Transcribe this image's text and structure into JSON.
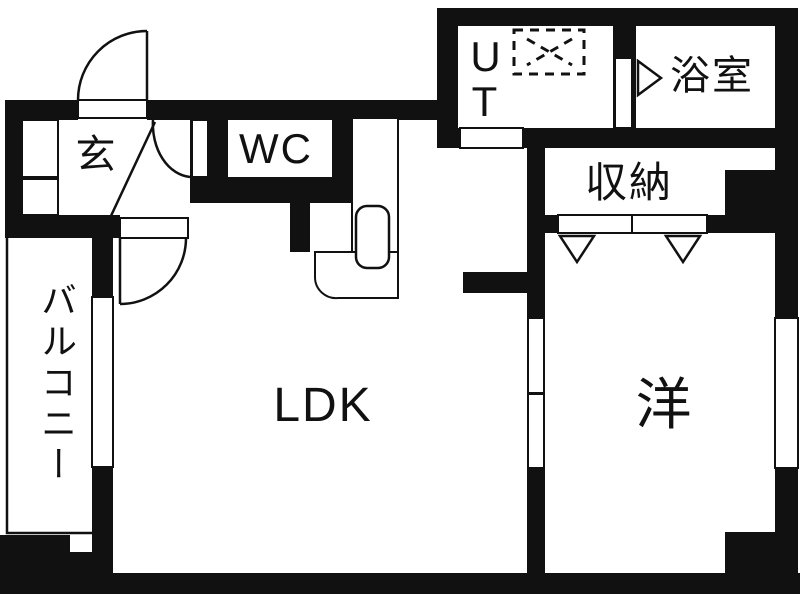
{
  "floorplan": {
    "type": "japanese-apartment-floorplan",
    "rooms": {
      "entrance": {
        "label": "玄"
      },
      "wc": {
        "label": "WC"
      },
      "ut": {
        "label": "UT",
        "lines": [
          "U",
          "T"
        ]
      },
      "bath": {
        "label": "浴室"
      },
      "storage": {
        "label": "収納"
      },
      "ldk": {
        "label": "LDK"
      },
      "western": {
        "label": "洋"
      },
      "balcony": {
        "label": "バルコニー"
      }
    },
    "fixtures": {
      "washing_machine_pan": "dashed-box-with-x",
      "kitchen_sink": "rounded-rect",
      "doors": [
        "front-swing-door",
        "hall-swing-door",
        "ldk-swing-door",
        "bath-door-marker",
        "storage-double-doors",
        "sliding-door-ldk-western"
      ]
    },
    "colors": {
      "wall": "#111111",
      "floor": "#ffffff"
    }
  }
}
